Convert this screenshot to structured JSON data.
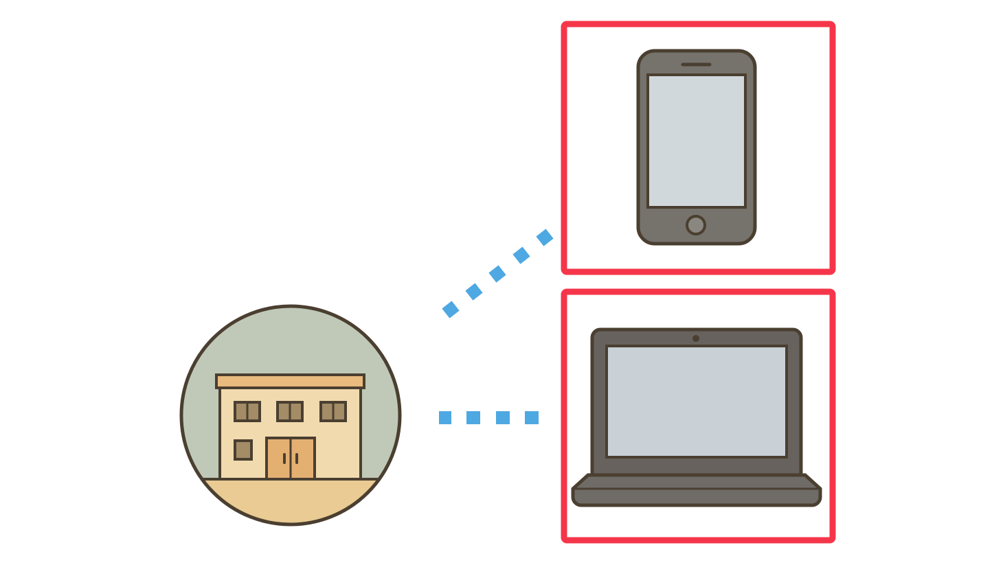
{
  "diagram": {
    "nodes": [
      {
        "id": "building",
        "icon": "building-icon"
      },
      {
        "id": "phone",
        "icon": "smartphone-icon",
        "highlighted": true
      },
      {
        "id": "laptop",
        "icon": "laptop-icon",
        "highlighted": true
      }
    ],
    "connections": [
      {
        "from": "building",
        "to": "phone",
        "style": "dotted"
      },
      {
        "from": "building",
        "to": "laptop",
        "style": "dotted"
      }
    ]
  },
  "colors": {
    "highlight_border": "#f5364a",
    "connector": "#4ea8e2",
    "outline": "#4a3f30",
    "device_body": "#76726c",
    "device_screen": "#d0d8dc",
    "building_sky": "#c0c9b8",
    "building_ground": "#e9cb93",
    "building_wall": "#f1daae",
    "building_roof": "#e9bb7e",
    "building_door": "#e4b072"
  }
}
